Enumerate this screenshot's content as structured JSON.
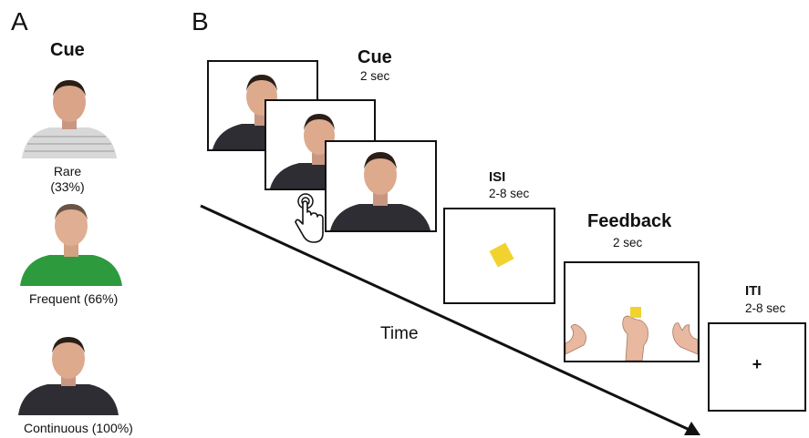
{
  "panel_a": {
    "letter": "A",
    "title": "Cue",
    "items": [
      {
        "label": "Rare\n(33%)",
        "shirt": "#d8d8d8"
      },
      {
        "label": "Frequent (66%)",
        "shirt": "#2e9a3e"
      },
      {
        "label": "Continuous (100%)",
        "shirt": "#2d2d33"
      }
    ]
  },
  "panel_b": {
    "letter": "B",
    "cue": {
      "title": "Cue",
      "duration": "2 sec"
    },
    "isi": {
      "title": "ISI",
      "duration": "2-8 sec"
    },
    "feedback": {
      "title": "Feedback",
      "duration": "2 sec"
    },
    "iti": {
      "title": "ITI",
      "duration": "2-8 sec",
      "symbol": "+"
    },
    "time_label": "Time"
  },
  "colors": {
    "token": "#f2d22e",
    "skin": "#e9b8a0",
    "hair": "#2a1e17",
    "shirt_dark": "#2d2d33"
  }
}
